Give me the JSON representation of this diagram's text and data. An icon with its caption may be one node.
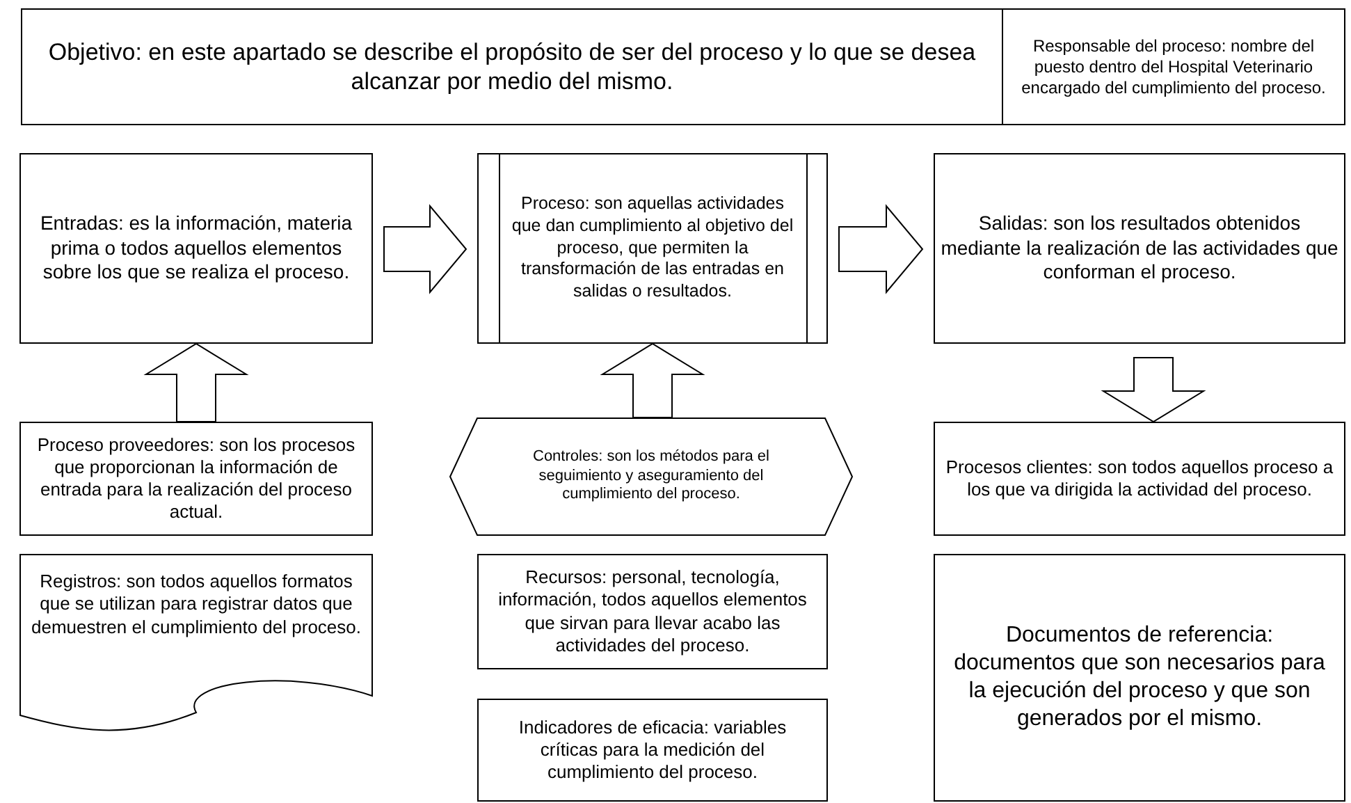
{
  "diagram": {
    "nodes": [
      {
        "text": [
          "Objetivo: en este apartado se describe el propósito de ser del proceso y lo que se desea alcanzar por medio del mismo."
        ]
      },
      {
        "text": [
          "Responsable del proceso: nombre del puesto dentro del Hospital Veterinario encargado del cumplimiento del proceso."
        ]
      },
      {
        "text": [
          "Entradas: es la información, materia prima o todos aquellos elementos sobre los que se realiza el proceso."
        ]
      },
      {
        "text": [
          "Proceso: son aquellas actividades que dan cumplimiento al objetivo del proceso, que permiten la transformación de las entradas en salidas o resultados."
        ]
      },
      {
        "text": [
          "Salidas: son los resultados obtenidos mediante la realización de las actividades que conforman el proceso."
        ]
      },
      {
        "text": [
          "Proceso proveedores: son los procesos que proporcionan la información de entrada para la realización del proceso actual."
        ]
      },
      {
        "text": [
          "Controles: son los métodos para el seguimiento y aseguramiento del cumplimiento del proceso."
        ]
      },
      {
        "text": [
          "Procesos clientes: son todos aquellos proceso a los que va dirigida la actividad del proceso."
        ]
      },
      {
        "text": [
          "Registros: son todos aquellos formatos que se utilizan para registrar datos que demuestren el cumplimiento del proceso."
        ]
      },
      {
        "text": [
          "Recursos: personal, tecnología, información, todos aquellos elementos que sirvan para llevar acabo las actividades del proceso."
        ]
      },
      {
        "text": [
          "Indicadores de eficacia: variables críticas para la medición del cumplimiento del proceso."
        ]
      },
      {
        "text": [
          "Documentos de referencia: documentos que son necesarios para la ejecución del proceso y que son generados por el mismo."
        ]
      }
    ],
    "edges": [
      {
        "from": 2,
        "to": 3,
        "arrow": "to"
      },
      {
        "from": 3,
        "to": 4,
        "arrow": "to"
      },
      {
        "from": 5,
        "to": 2,
        "arrow": "to"
      },
      {
        "from": 6,
        "to": 3,
        "arrow": "to"
      },
      {
        "from": 4,
        "to": 7,
        "arrow": "to"
      }
    ]
  }
}
